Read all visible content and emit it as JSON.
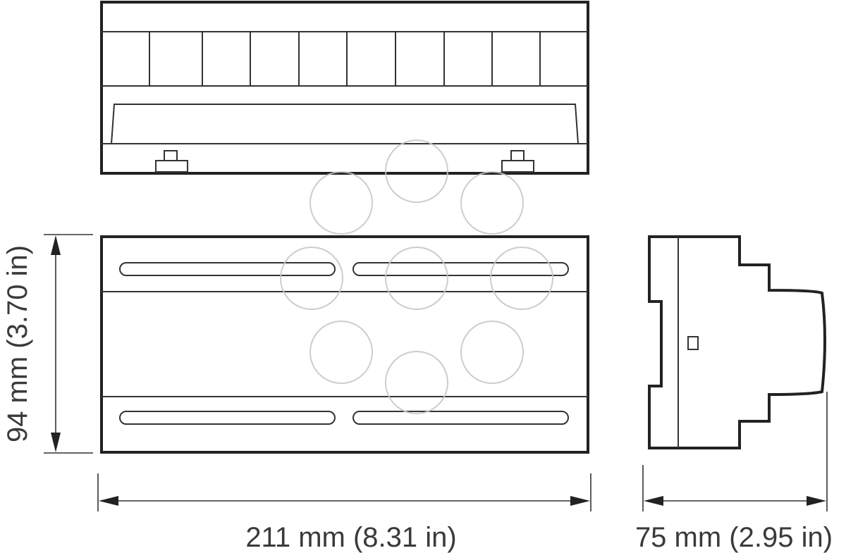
{
  "dimensions": {
    "height_label": "94 mm (3.70 in)",
    "width_label": "211 mm (8.31 in)",
    "depth_label": "75 mm (2.95 in)"
  },
  "colors": {
    "line": "#222222",
    "label": "#3a3a3a",
    "watermark": "#c8c8c8",
    "background": "#ffffff"
  }
}
